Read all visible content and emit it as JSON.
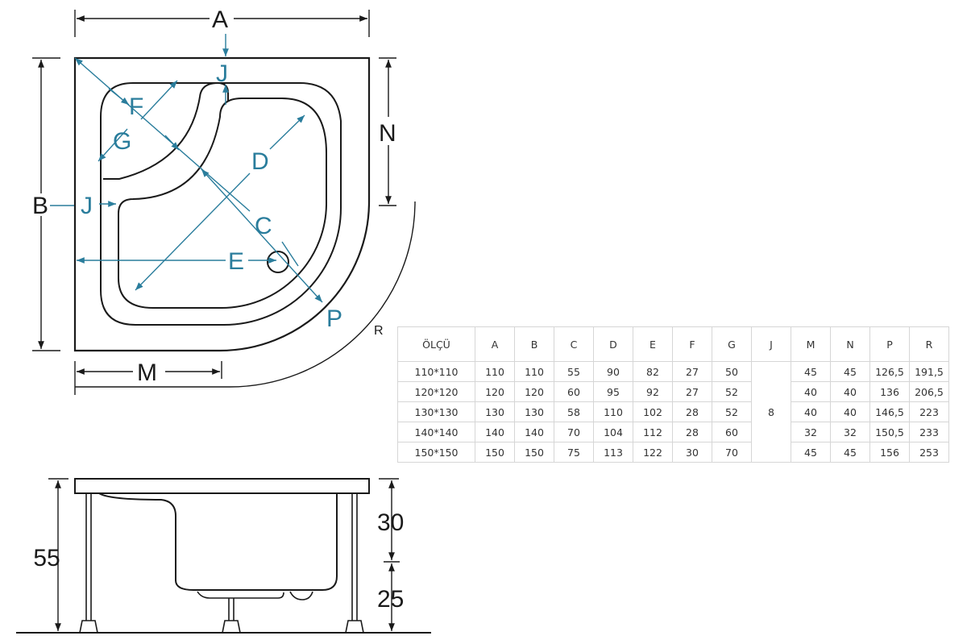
{
  "plan_labels": {
    "A": "A",
    "B": "B",
    "C": "C",
    "D": "D",
    "E": "E",
    "F": "F",
    "G": "G",
    "J_top": "J",
    "J_left": "J",
    "M": "M",
    "N": "N",
    "P": "P",
    "R": "R"
  },
  "side_view": {
    "total_height": "55",
    "upper_height": "30",
    "lower_height": "25"
  },
  "table": {
    "headers": [
      "ÖLÇÜ",
      "A",
      "B",
      "C",
      "D",
      "E",
      "F",
      "G",
      "J",
      "M",
      "N",
      "P",
      "R"
    ],
    "j_value": "8",
    "rows": [
      {
        "size": "110*110",
        "A": "110",
        "B": "110",
        "C": "55",
        "D": "90",
        "E": "82",
        "F": "27",
        "G": "50",
        "M": "45",
        "N": "45",
        "P": "126,5",
        "R": "191,5"
      },
      {
        "size": "120*120",
        "A": "120",
        "B": "120",
        "C": "60",
        "D": "95",
        "E": "92",
        "F": "27",
        "G": "52",
        "M": "40",
        "N": "40",
        "P": "136",
        "R": "206,5"
      },
      {
        "size": "130*130",
        "A": "130",
        "B": "130",
        "C": "58",
        "D": "110",
        "E": "102",
        "F": "28",
        "G": "52",
        "M": "40",
        "N": "40",
        "P": "146,5",
        "R": "223"
      },
      {
        "size": "140*140",
        "A": "140",
        "B": "140",
        "C": "70",
        "D": "104",
        "E": "112",
        "F": "28",
        "G": "60",
        "M": "32",
        "N": "32",
        "P": "150,5",
        "R": "233"
      },
      {
        "size": "150*150",
        "A": "150",
        "B": "150",
        "C": "75",
        "D": "113",
        "E": "122",
        "F": "30",
        "G": "70",
        "M": "45",
        "N": "45",
        "P": "156",
        "R": "253"
      }
    ]
  },
  "colors": {
    "line": "#1a1a1a",
    "dimension_blue": "#2a7d9c",
    "table_border": "#d6d6d6"
  }
}
